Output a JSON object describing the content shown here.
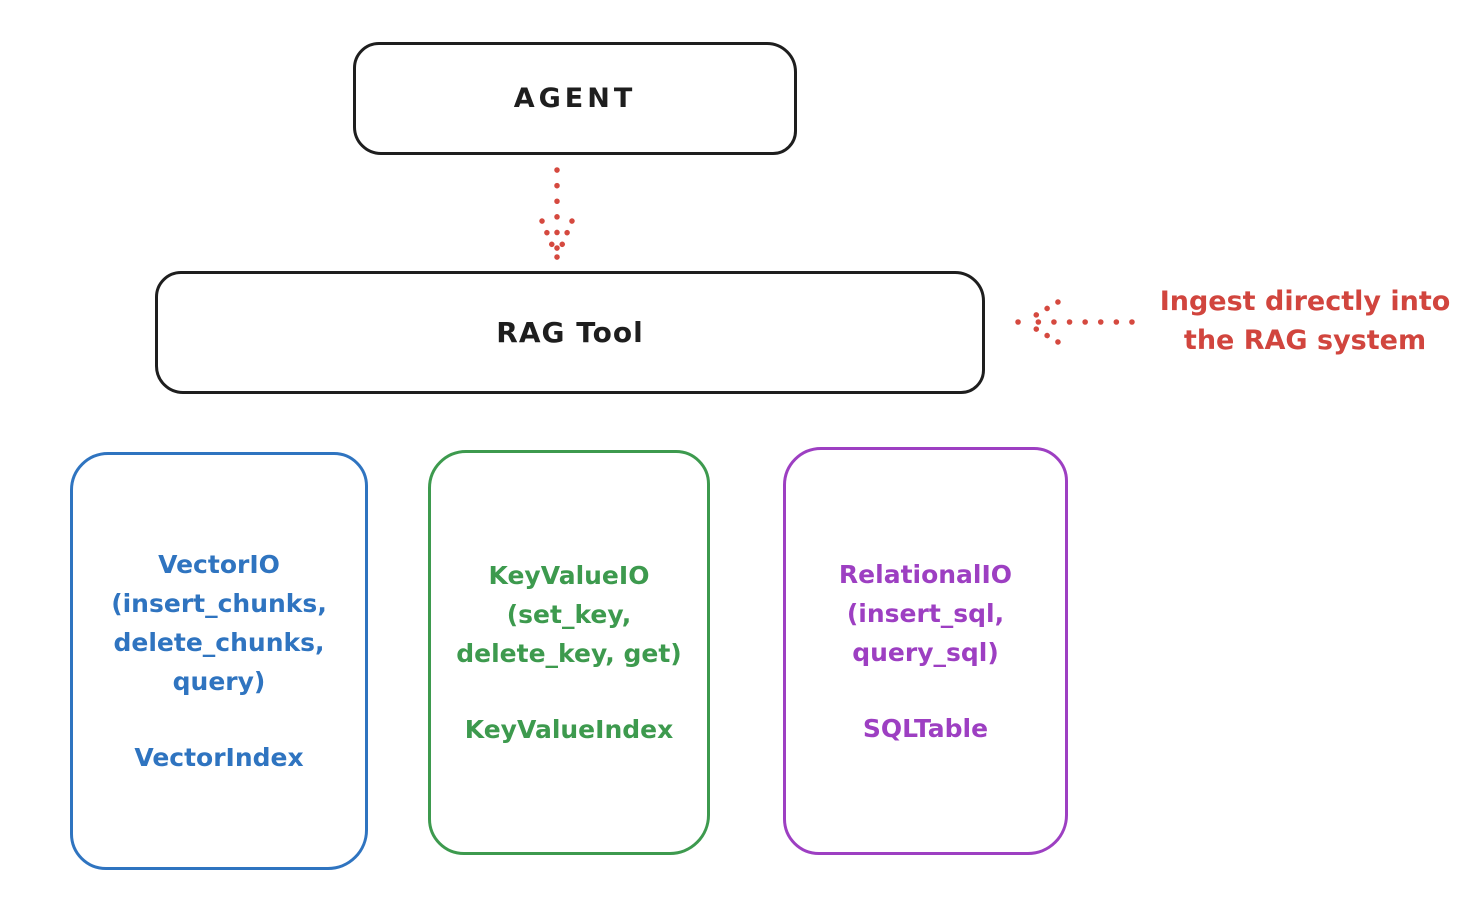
{
  "agent_box": {
    "label": "AGENT"
  },
  "rag_tool_box": {
    "label": "RAG Tool"
  },
  "annotation": {
    "line1": "Ingest directly into",
    "line2": "the RAG system"
  },
  "io_boxes": [
    {
      "name": "vector-io",
      "lines": [
        "VectorIO",
        "(insert_chunks,",
        "delete_chunks,",
        "query)"
      ],
      "index_label": "VectorIndex",
      "color": "#2f74c0"
    },
    {
      "name": "keyvalue-io",
      "lines": [
        "KeyValueIO",
        "(set_key,",
        "delete_key, get)"
      ],
      "index_label": "KeyValueIndex",
      "color": "#3d9a4e"
    },
    {
      "name": "relational-io",
      "lines": [
        "RelationalIO",
        "(insert_sql,",
        "query_sql)"
      ],
      "index_label": "SQLTable",
      "color": "#9d3fc2"
    }
  ],
  "colors": {
    "stroke_black": "#1e1e1e",
    "annotation_red": "#d1453e",
    "arrow_red": "#d5493f",
    "vector_blue": "#2f74c0",
    "keyvalue_green": "#3d9a4e",
    "relational_purple": "#9d3fc2",
    "background": "#ffffff"
  },
  "icons": {
    "down_arrow": "dotted-arrow-down",
    "left_arrow": "dotted-arrow-left"
  }
}
